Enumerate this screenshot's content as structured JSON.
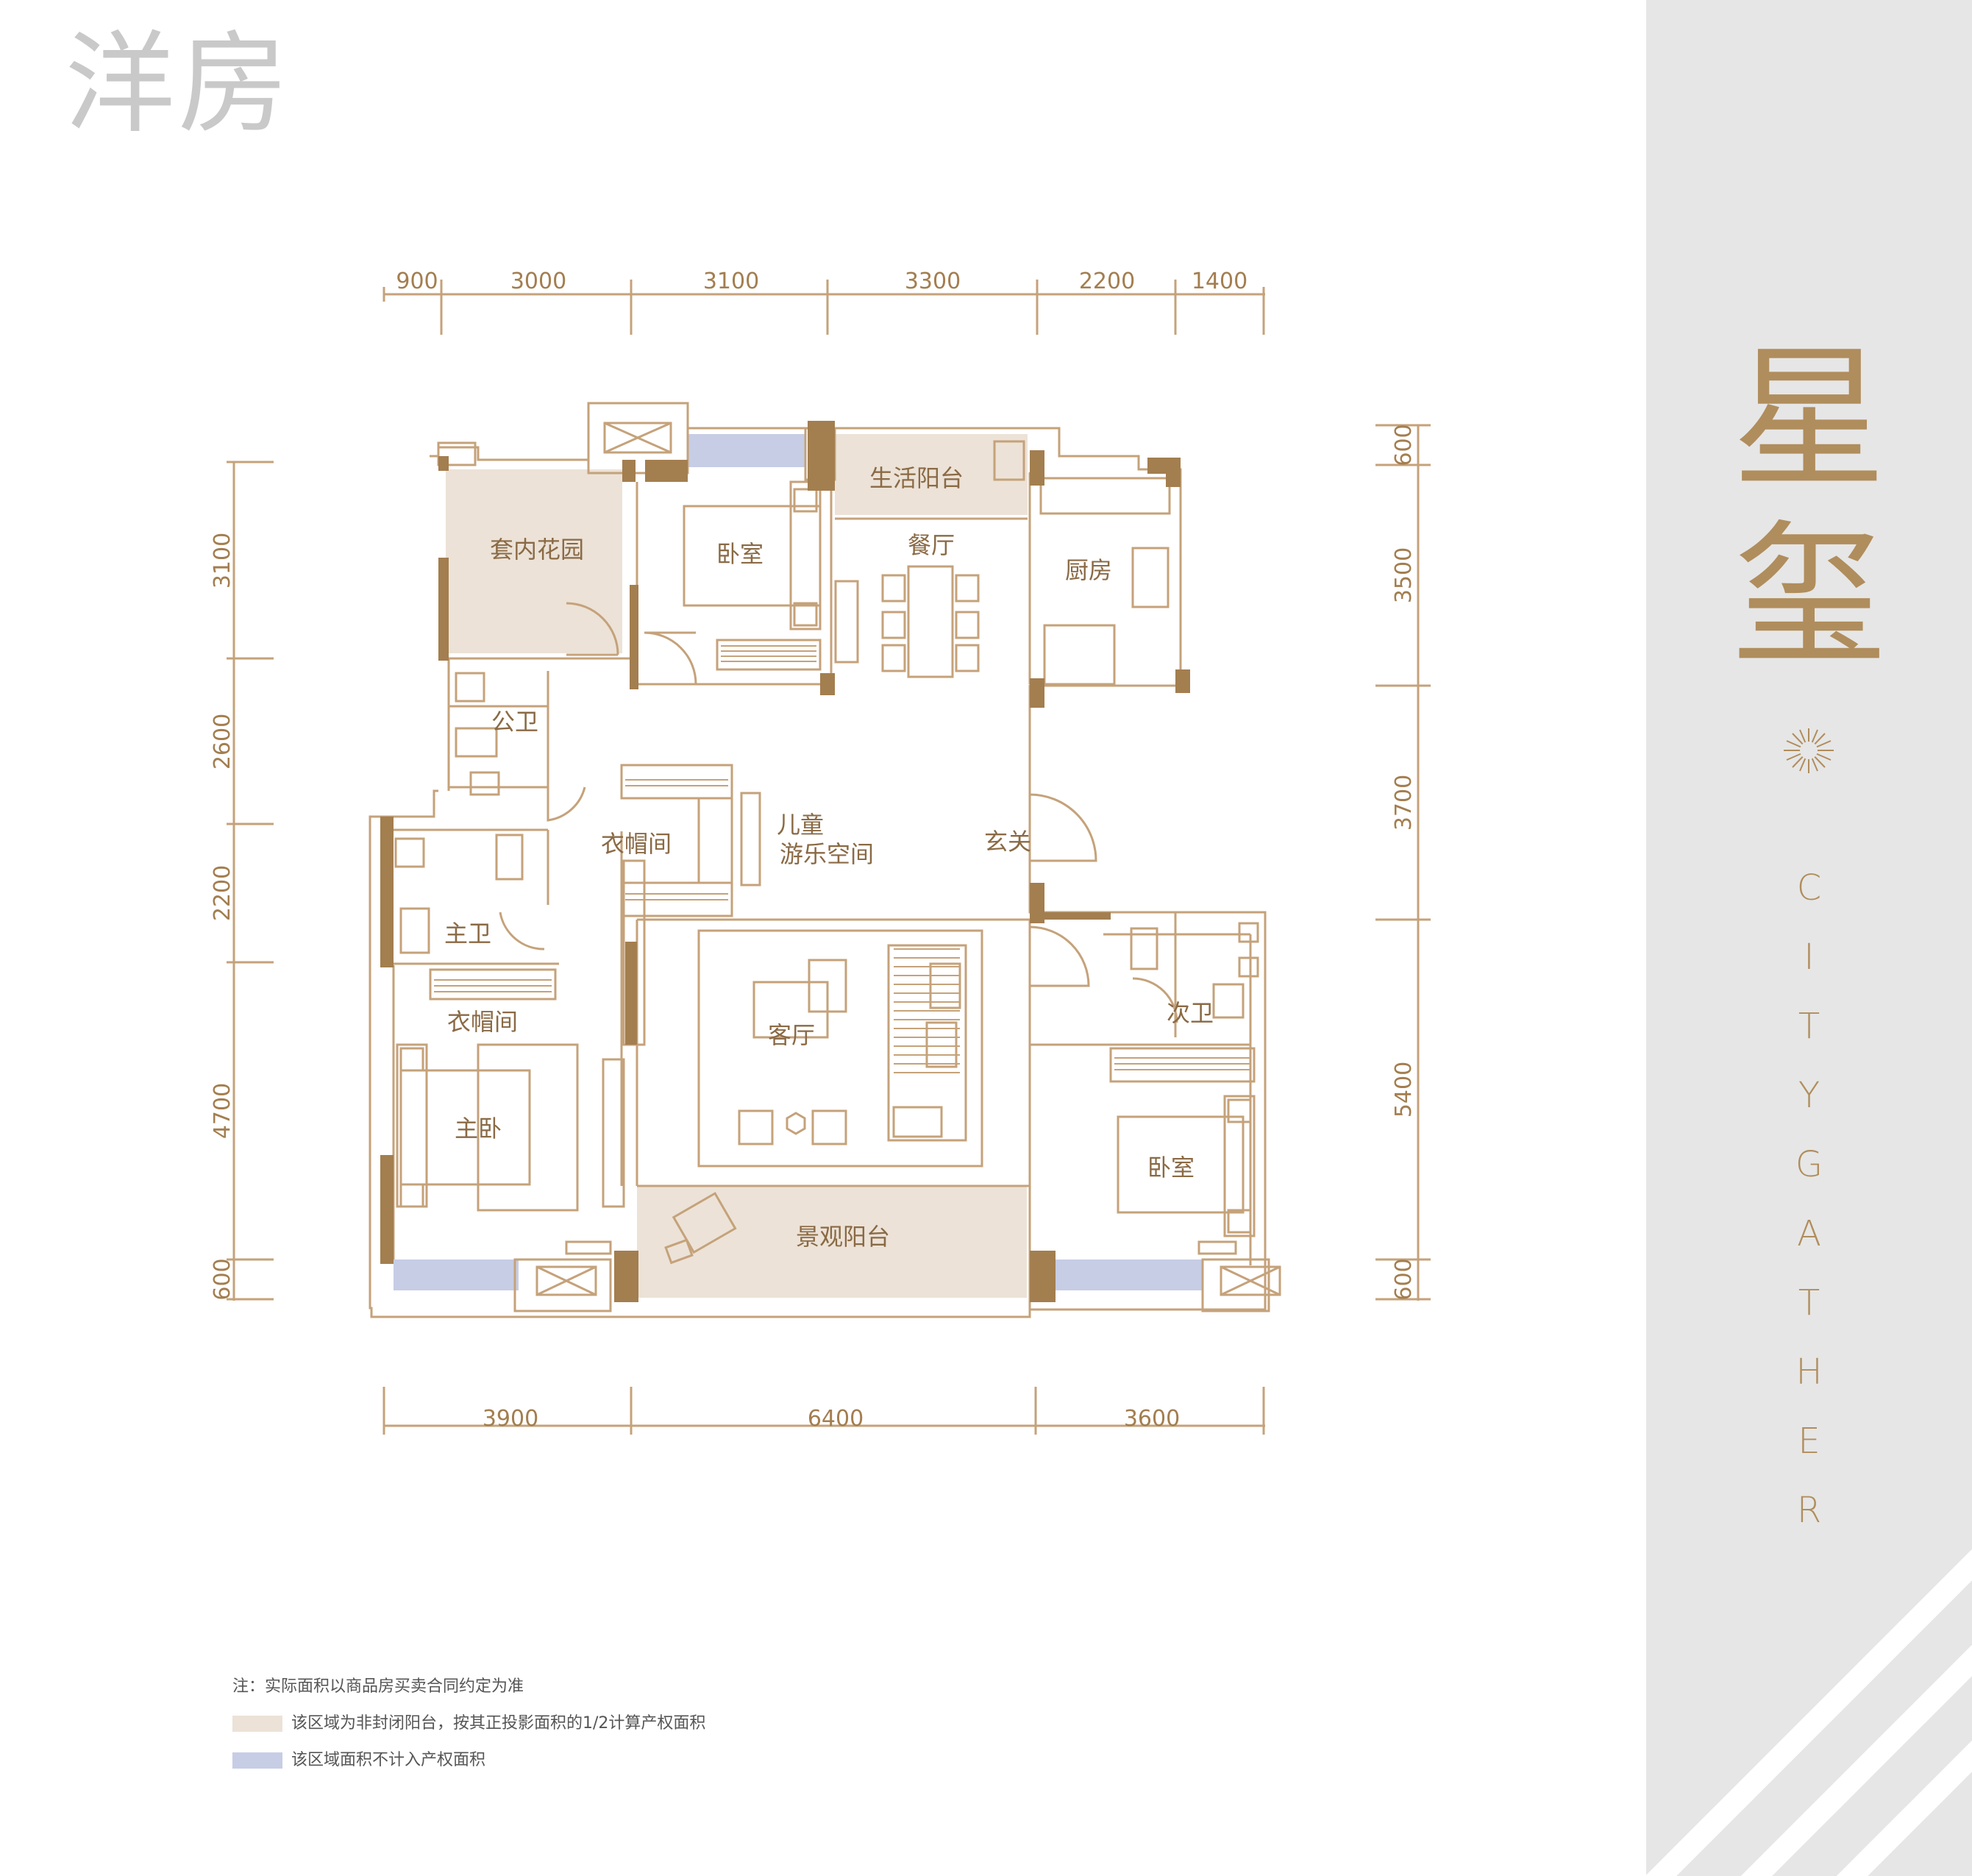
{
  "page_title": "洋房",
  "brand": {
    "name_chars": [
      "星",
      "玺"
    ],
    "english_letters": [
      "C",
      "I",
      "T",
      "Y",
      "G",
      "A",
      "T",
      "H",
      "E",
      "R"
    ],
    "logo_icon": "sunburst-icon",
    "accent_color": "#b08d5c"
  },
  "colors": {
    "wall": "#a37e4f",
    "line": "#c5a27a",
    "balcony_fill": "#ece2d7",
    "glass_fill": "#c6cde5",
    "panel_bg": "#e6e6e6"
  },
  "dimensions": {
    "top": [
      "900",
      "3000",
      "3100",
      "3300",
      "2200",
      "1400"
    ],
    "bottom": [
      "3900",
      "6400",
      "3600"
    ],
    "left": [
      "3100",
      "2600",
      "2200",
      "4700",
      "600"
    ],
    "right": [
      "600",
      "3500",
      "3700",
      "5400",
      "600"
    ]
  },
  "rooms": {
    "garden": "套内花园",
    "bedroom_north": "卧室",
    "utility_balcony": "生活阳台",
    "dining": "餐厅",
    "kitchen": "厨房",
    "public_bath": "公卫",
    "cloakroom_center": "衣帽间",
    "kids_area_line1": "儿童",
    "kids_area_line2": "游乐空间",
    "foyer": "玄关",
    "master_bath": "主卫",
    "cloakroom_master": "衣帽间",
    "living": "客厅",
    "master_bedroom": "主卧",
    "second_bath": "次卫",
    "bedroom_south": "卧室",
    "view_balcony": "景观阳台"
  },
  "notes": {
    "main": "注：实际面积以商品房买卖合同约定为准",
    "balcony": "该区域为非封闭阳台，按其正投影面积的1/2计算产权面积",
    "excluded": "该区域面积不计入产权面积"
  }
}
